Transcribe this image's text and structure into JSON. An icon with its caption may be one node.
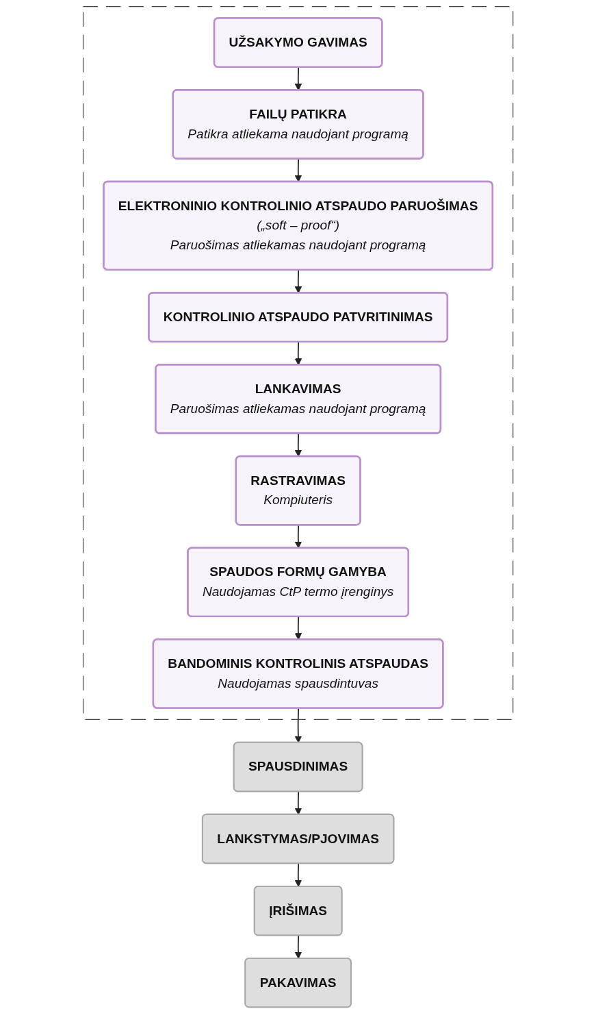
{
  "diagram": {
    "nodes": [
      {
        "text": [],
        "shape": "box"
      },
      {
        "text": [
          "UŽSAKYMO GAVIMAS"
        ],
        "in": 0
      },
      {
        "text": [
          "FAILŲ PATIKRA",
          "Patikra atliekama naudojant programą"
        ],
        "in": 0
      },
      {
        "text": [
          "ELEKTRONINIO KONTROLINIO ATSPAUDO PARUOŠIMAS",
          "(„soft – proof“)",
          "Paruošimas atliekamas naudojant programą"
        ],
        "in": 0
      },
      {
        "text": [
          "KONTROLINIO ATSPAUDO PATVRITINIMAS"
        ],
        "in": 0
      },
      {
        "text": [
          "LANKAVIMAS",
          "Paruošimas atliekamas naudojant programą"
        ],
        "in": 0
      },
      {
        "text": [
          "RASTRAVIMAS",
          "Kompiuteris"
        ],
        "in": 0
      },
      {
        "text": [
          "SPAUDOS FORMŲ GAMYBA",
          "Naudojamas CtP termo įrenginys"
        ],
        "in": 0
      },
      {
        "text": [
          "BANDOMINIS KONTROLINIS ATSPAUDAS",
          "Naudojamas spausdintuvas"
        ],
        "in": 0
      },
      {
        "text": [
          "SPAUSDINIMAS"
        ]
      },
      {
        "text": [
          "LANKSTYMAS/PJOVIMAS"
        ]
      },
      {
        "text": [
          "ĮRIŠIMAS"
        ]
      },
      {
        "text": [
          "PAKAVIMAS"
        ]
      }
    ],
    "edges": [
      {
        "from": 1,
        "to": 2,
        "arrow": "to"
      },
      {
        "from": 2,
        "to": 3,
        "arrow": "to"
      },
      {
        "from": 3,
        "to": 4,
        "arrow": "to"
      },
      {
        "from": 4,
        "to": 5,
        "arrow": "to"
      },
      {
        "from": 5,
        "to": 6,
        "arrow": "to"
      },
      {
        "from": 6,
        "to": 7,
        "arrow": "to"
      },
      {
        "from": 7,
        "to": 8,
        "arrow": "to"
      },
      {
        "from": 8,
        "to": 9,
        "arrow": "to"
      },
      {
        "from": 9,
        "to": 10,
        "arrow": "to"
      },
      {
        "from": 10,
        "to": 11,
        "arrow": "to"
      },
      {
        "from": 11,
        "to": 12,
        "arrow": "to"
      }
    ]
  }
}
